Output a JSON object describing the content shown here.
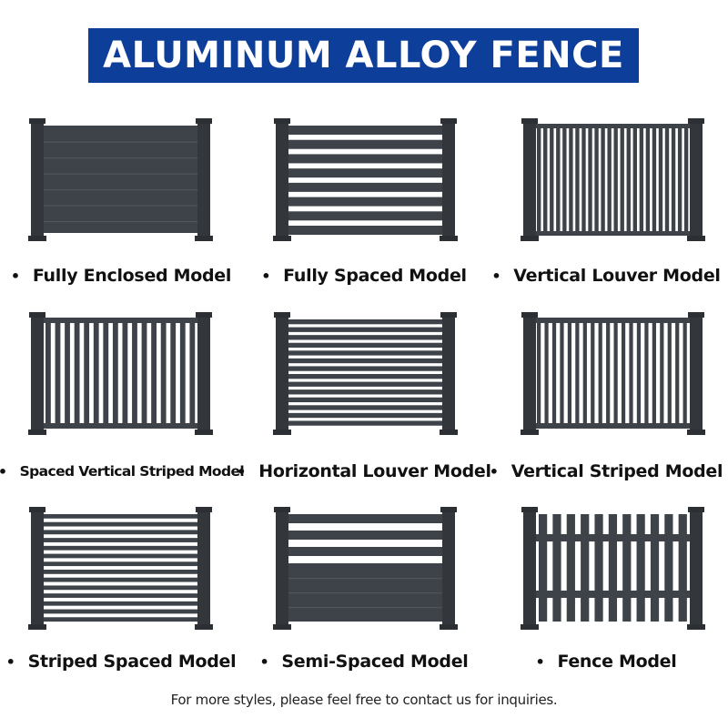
{
  "title": "ALUMINUM ALLOY FENCE",
  "colors": {
    "banner": "#0d3f9a",
    "fence": "#3e4349",
    "post": "#33373c",
    "post_cap": "#2c3035",
    "background": "#ffffff"
  },
  "bullet_char": "•",
  "models": [
    {
      "label": "Fully Enclosed Model",
      "style": "fully-enclosed"
    },
    {
      "label": "Fully Spaced Model",
      "style": "fully-spaced"
    },
    {
      "label": "Vertical Louver Model",
      "style": "vertical-louver"
    },
    {
      "label": "Spaced Vertical Striped Model",
      "style": "spaced-vertical-striped"
    },
    {
      "label": "Horizontal Louver Model",
      "style": "horizontal-louver"
    },
    {
      "label": "Vertical Striped Model",
      "style": "vertical-striped"
    },
    {
      "label": "Striped Spaced Model",
      "style": "striped-spaced"
    },
    {
      "label": "Semi-Spaced Model",
      "style": "semi-spaced"
    },
    {
      "label": "Fence Model",
      "style": "picket"
    }
  ],
  "footer": "For more styles, please feel free to contact us for inquiries."
}
